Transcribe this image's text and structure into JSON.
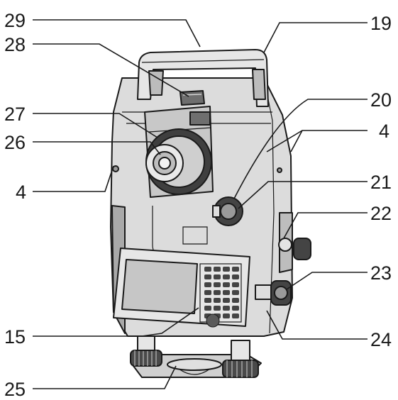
{
  "figure": {
    "labels": {
      "l29": "29",
      "l28": "28",
      "l27": "27",
      "l26": "26",
      "l4_left": "4",
      "l15": "15",
      "l25": "25",
      "l19": "19",
      "l20": "20",
      "l4_right": "4",
      "l21": "21",
      "l22": "22",
      "l23": "23",
      "l24": "24"
    },
    "colors": {
      "ink": "#1a1a1a",
      "body_gray": "#dcdcdc",
      "shade_gray": "#a9a9a9",
      "dark_gray": "#555555",
      "screen_gray": "#c6c6c6"
    }
  }
}
